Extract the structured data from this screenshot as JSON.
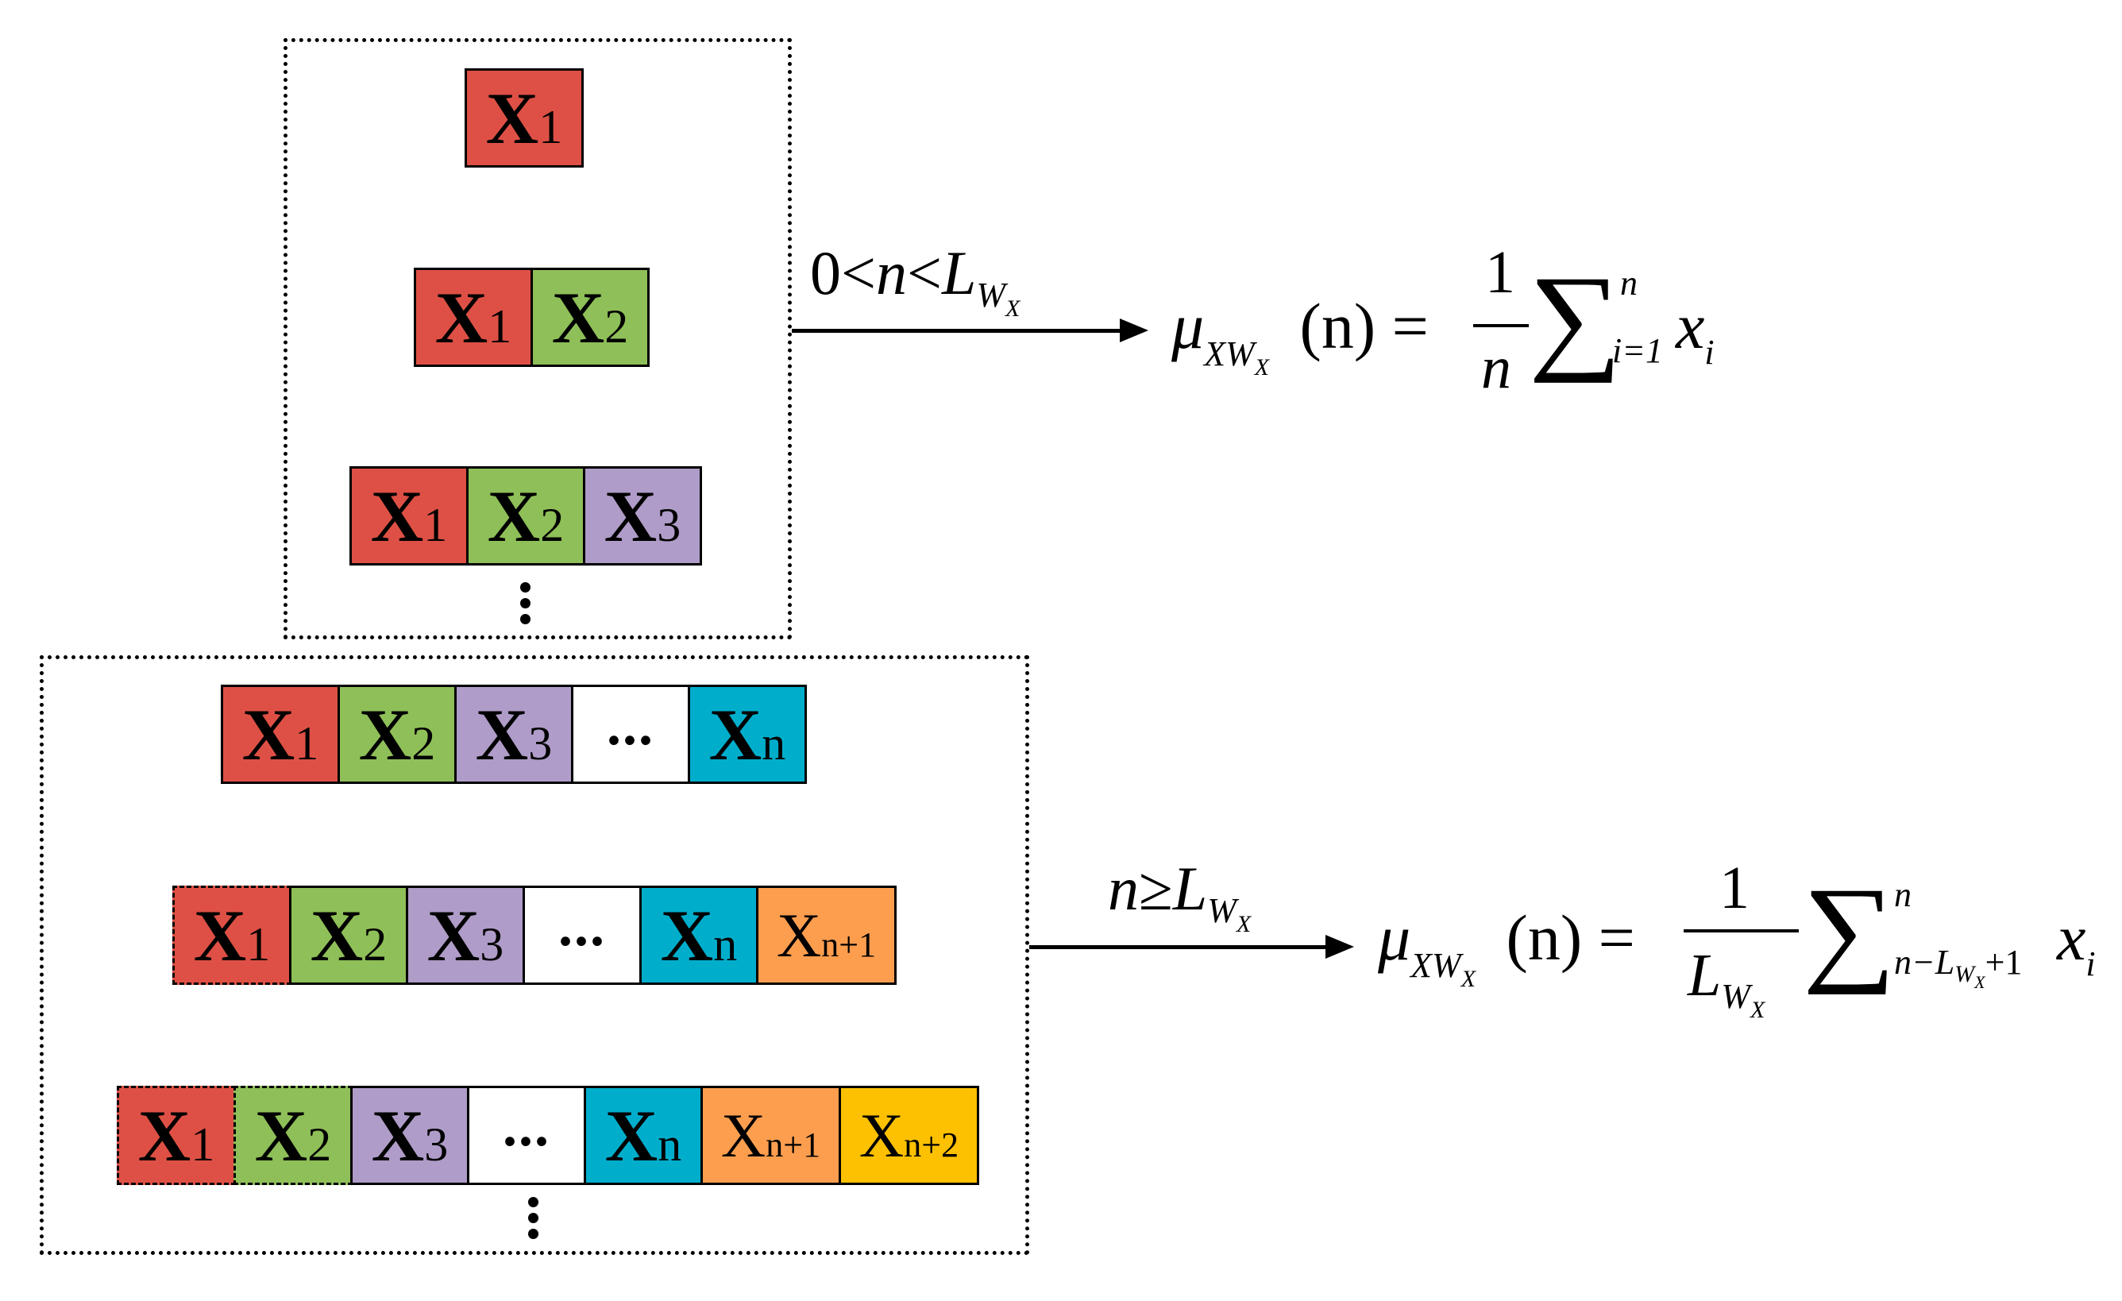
{
  "colors": {
    "x1": "#DE5045",
    "x2": "#8FBF58",
    "x3": "#AF9CC8",
    "ellipsis": "#FFFFFF",
    "xn": "#00AECC",
    "xn1": "#FD9E4F",
    "xn2": "#FEC101"
  },
  "cells": {
    "x1": {
      "main": "X",
      "sub": "1"
    },
    "x2": {
      "main": "X",
      "sub": "2"
    },
    "x3": {
      "main": "X",
      "sub": "3"
    },
    "ellipsis": "...",
    "xn": {
      "main": "X",
      "sub": "n"
    },
    "xn1": {
      "main": "X",
      "sub": "n+1"
    },
    "xn2": {
      "main": "X",
      "sub": "n+2"
    }
  },
  "condition_top": {
    "zero": "0",
    "lt": "<",
    "n": "n",
    "L": "L",
    "W": "W",
    "X": "X"
  },
  "condition_bottom": {
    "n": "n",
    "ge": "≥",
    "L": "L",
    "W": "W",
    "X": "X"
  },
  "formula_top": {
    "mu": "μ",
    "sub_xw": "XW",
    "sub_x": "X",
    "arg": "(n) =",
    "num": "1",
    "den": "n",
    "sigma": "∑",
    "upper": "n",
    "lower": "i=1",
    "term": "x",
    "term_sub": "i"
  },
  "formula_bottom": {
    "mu": "μ",
    "sub_xw": "XW",
    "sub_x": "X",
    "arg": "(n) =",
    "num": "1",
    "den_L": "L",
    "den_W": "W",
    "den_X": "X",
    "sigma": "∑",
    "upper": "n",
    "lower_a": "n−L",
    "lower_W": "W",
    "lower_X": "X",
    "lower_b": "+1",
    "term": "x",
    "term_sub": "i"
  }
}
